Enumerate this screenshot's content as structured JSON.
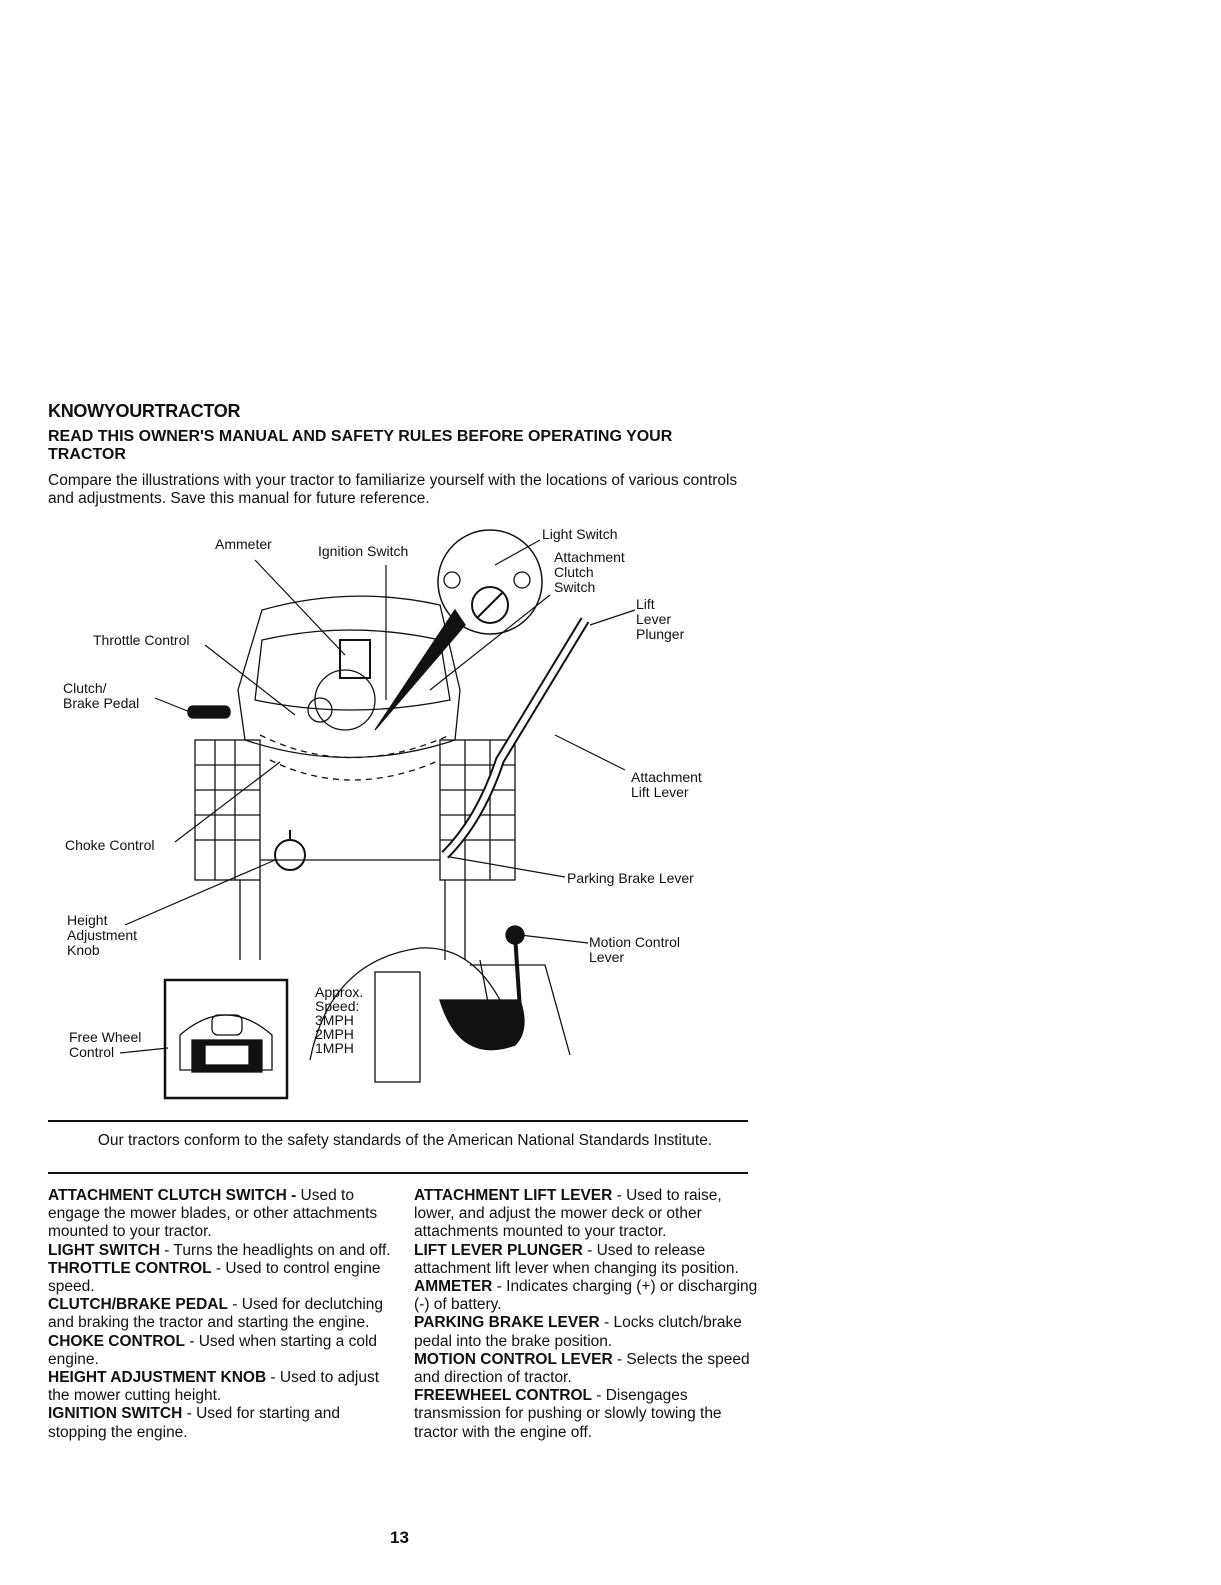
{
  "header": {
    "section_title": "KNOWYOURTRACTOR",
    "warning": "READ THIS OWNER'S MANUAL AND SAFETY RULES BEFORE OPERATING YOUR TRACTOR",
    "intro": "Compare the illustrations with your tractor to familiarize yourself with the locations of various controls and adjustments. Save this manual for future reference."
  },
  "diagram": {
    "labels": {
      "ammeter": "Ammeter",
      "ignition_switch": "Ignition Switch",
      "light_switch": "Light Switch",
      "attachment_clutch_switch": "Attachment\nClutch\nSwitch",
      "lift_lever_plunger": "Lift\nLever\nPlunger",
      "throttle_control": "Throttle Control",
      "clutch_brake_pedal": "Clutch/\nBrake Pedal",
      "attachment_lift_lever": "Attachment\nLift Lever",
      "choke_control": "Choke Control",
      "parking_brake_lever": "Parking Brake Lever",
      "height_adjustment_knob": "Height\nAdjustment\nKnob",
      "motion_control_lever": "Motion Control\nLever",
      "free_wheel_control": "Free Wheel\nControl"
    },
    "speed_inset": {
      "approx": "Approx.",
      "speed": "Speed:",
      "speeds": [
        "3MPH",
        "2MPH",
        "1MPH"
      ]
    }
  },
  "standards_note": "Our tractors conform to the safety standards of the American National Standards Institute.",
  "definitions_left": [
    {
      "term": "ATTACHMENT CLUTCH SWITCH -",
      "text": " Used to engage the mower blades, or other attachments mounted to your tractor."
    },
    {
      "term": "LIGHT SWITCH",
      "text": " - Turns the headlights on and off."
    },
    {
      "term": "THROTTLE CONTROL",
      "text": " - Used to control engine speed."
    },
    {
      "term": "CLUTCH/BRAKE PEDAL",
      "text": " - Used for declutching and braking the tractor and starting the engine."
    },
    {
      "term": "CHOKE CONTROL",
      "text": " - Used when starting a cold engine."
    },
    {
      "term": "HEIGHT ADJUSTMENT KNOB",
      "text": " - Used to adjust the mower cutting height."
    },
    {
      "term": "IGNITION SWITCH",
      "text": " - Used for starting and stopping the engine."
    }
  ],
  "definitions_right": [
    {
      "term": "ATTACHMENT LIFT LEVER",
      "text": " - Used to raise, lower, and adjust the mower deck or other attachments mounted to your tractor."
    },
    {
      "term": "LIFT LEVER PLUNGER",
      "text": " - Used to release attachment lift lever when changing its position."
    },
    {
      "term": "AMMETER",
      "text": " - Indicates charging (+) or discharging (-) of battery."
    },
    {
      "term": "PARKING BRAKE LEVER",
      "text": " - Locks clutch/brake pedal into the brake position."
    },
    {
      "term": "MOTION CONTROL LEVER",
      "text": " - Selects the speed and direction of tractor."
    },
    {
      "term": "FREEWHEEL CONTROL",
      "text": " - Disengages transmission for pushing or slowly towing the tractor with the engine off."
    }
  ],
  "page_number": "13"
}
